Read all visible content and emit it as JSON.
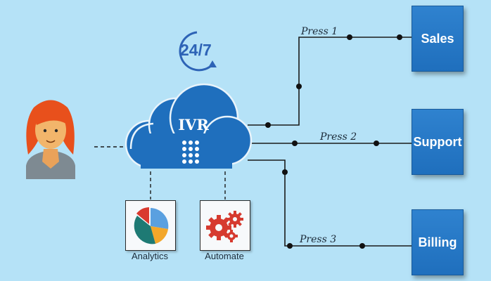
{
  "availability": {
    "text": "24/7"
  },
  "ivr": {
    "label": "IVR"
  },
  "caller": {
    "icon": "person-avatar-icon"
  },
  "routes": [
    {
      "press": "Press 1",
      "destination": "Sales"
    },
    {
      "press": "Press 2",
      "destination": "Support"
    },
    {
      "press": "Press 3",
      "destination": "Billing"
    }
  ],
  "tools": [
    {
      "label": "Analytics",
      "icon": "pie-chart-icon"
    },
    {
      "label": "Automate",
      "icon": "gears-icon"
    }
  ],
  "colors": {
    "background": "#b5e2f7",
    "cloud": "#1f6fbd",
    "destination": "#2878c6",
    "line": "#1a1a1a",
    "accent_blue": "#2d63b6",
    "hair": "#e8501c",
    "skin": "#f2b56b",
    "shirt": "#7e8a92",
    "gear": "#d63a2f"
  }
}
